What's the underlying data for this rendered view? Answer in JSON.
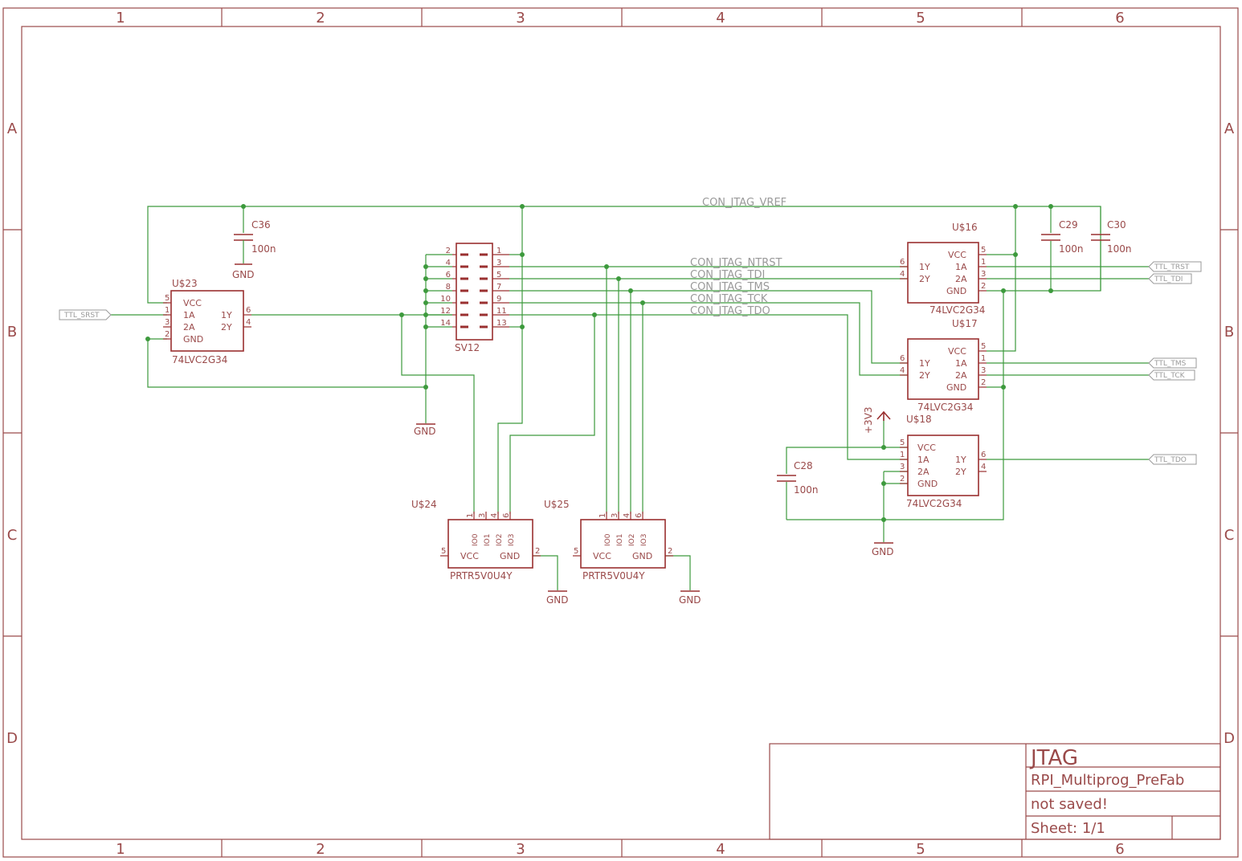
{
  "frame": {
    "col_labels": [
      "1",
      "2",
      "3",
      "4",
      "5",
      "6"
    ],
    "row_labels": [
      "A",
      "B",
      "C",
      "D"
    ]
  },
  "title_block": {
    "title": "JTAG",
    "drawing": "RPI_Multiprog_PreFab",
    "status": "not saved!",
    "sheet": "Sheet: 1/1"
  },
  "nets": {
    "vref": "CON_JTAG_VREF",
    "ntrst": "CON_JTAG_NTRST",
    "tdi": "CON_JTAG_TDI",
    "tms": "CON_JTAG_TMS",
    "tck": "CON_JTAG_TCK",
    "tdo": "CON_JTAG_TDO"
  },
  "ports": {
    "srst": "TTL_SRST",
    "trst": "TTL_TRST",
    "tdi": "TTL_TDI",
    "tms": "TTL_TMS",
    "tck": "TTL_TCK",
    "tdo": "TTL_TDO"
  },
  "power": {
    "gnd": "GND",
    "v33": "+3V3"
  },
  "gate_pins": {
    "vcc": "VCC",
    "a1": "1A",
    "a2": "2A",
    "gnd": "GND",
    "y1": "1Y",
    "y2": "2Y"
  },
  "protector_pins": {
    "io0": "IO0",
    "io1": "IO1",
    "io2": "IO2",
    "io3": "IO3",
    "vcc": "VCC",
    "gnd": "GND"
  },
  "parts": {
    "u23": {
      "name": "U$23",
      "value": "74LVC2G34"
    },
    "u16": {
      "name": "U$16",
      "value": "74LVC2G34"
    },
    "u17": {
      "name": "U$17",
      "value": "74LVC2G34"
    },
    "u18": {
      "name": "U$18",
      "value": "74LVC2G34"
    },
    "u24": {
      "name": "U$24",
      "value": "PRTR5V0U4Y"
    },
    "u25": {
      "name": "U$25",
      "value": "PRTR5V0U4Y"
    },
    "sv12": {
      "name": "SV12"
    },
    "c36": {
      "name": "C36",
      "value": "100n"
    },
    "c29": {
      "name": "C29",
      "value": "100n"
    },
    "c30": {
      "name": "C30",
      "value": "100n"
    },
    "c28": {
      "name": "C28",
      "value": "100n"
    }
  },
  "header_pins": {
    "left": [
      "2",
      "4",
      "6",
      "8",
      "10",
      "12",
      "14"
    ],
    "right": [
      "1",
      "3",
      "5",
      "7",
      "9",
      "11",
      "13"
    ]
  },
  "pin_numbers": [
    "1",
    "2",
    "3",
    "4",
    "5",
    "6"
  ]
}
